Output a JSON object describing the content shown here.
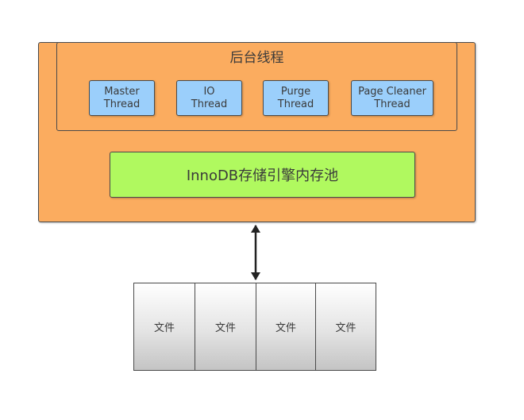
{
  "background_threads": {
    "title": "后台线程",
    "threads": [
      {
        "line1": "Master",
        "line2": "Thread"
      },
      {
        "line1": "IO",
        "line2": "Thread"
      },
      {
        "line1": "Purge",
        "line2": "Thread"
      },
      {
        "line1": "Page Cleaner",
        "line2": "Thread"
      }
    ]
  },
  "buffer_pool": {
    "label": "InnoDB存储引擎内存池"
  },
  "files": [
    "文件",
    "文件",
    "文件",
    "文件"
  ],
  "colors": {
    "container": "#fbac5f",
    "thread": "#9bcffb",
    "pool": "#b0f95f",
    "border": "#4a4a4a"
  }
}
